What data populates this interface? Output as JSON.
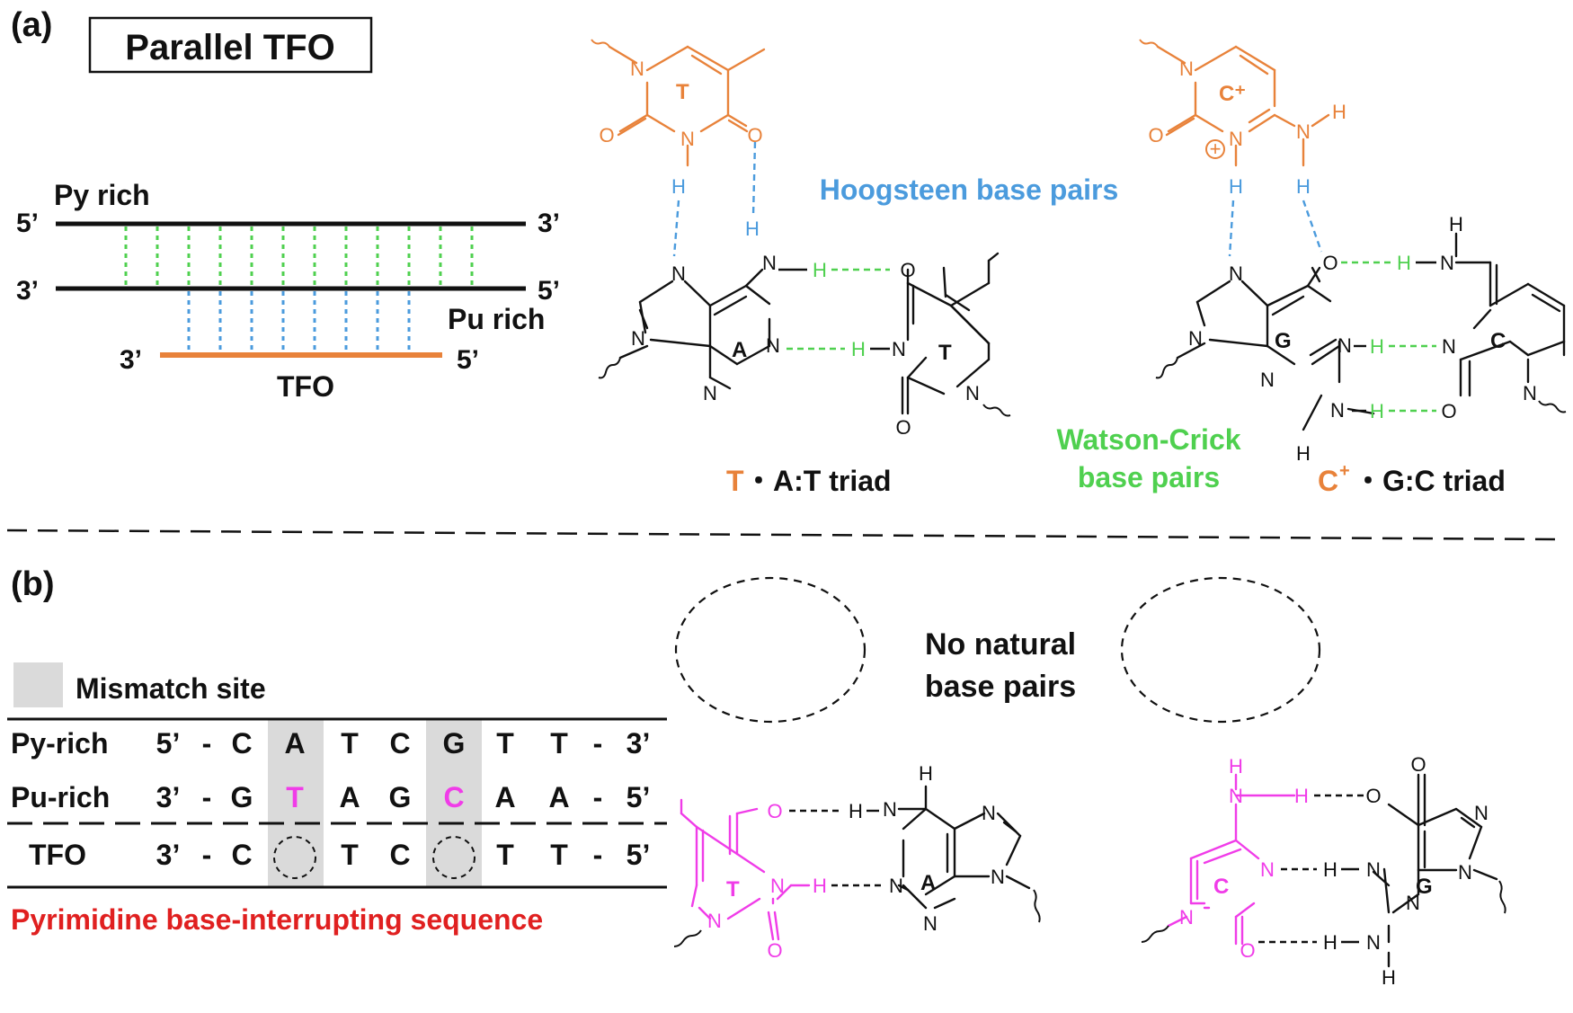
{
  "colors": {
    "black": "#111111",
    "orange": "#E8823A",
    "blue": "#4B9BDD",
    "green": "#4FD04F",
    "magenta": "#F03CE8",
    "red": "#E02020",
    "grey": "#DADADA"
  },
  "panel_a": {
    "letter": "(a)",
    "title": "Parallel TFO",
    "diagram": {
      "py_rich": "Py rich",
      "pu_rich": "Pu rich",
      "tfo": "TFO",
      "five_prime": "5’",
      "three_prime": "3’"
    },
    "hoogsteen": "Hoogsteen base pairs",
    "watson_crick_1": "Watson-Crick",
    "watson_crick_2": "base pairs",
    "triad1_prefix": "T",
    "triad1_suffix": "・A:T triad",
    "triad2_prefix": "C",
    "triad2_sup": "+",
    "triad2_suffix": "・G:C triad",
    "atoms": {
      "N": "N",
      "O": "O",
      "H": "H",
      "T": "T",
      "A": "A",
      "G": "G",
      "C": "C",
      "Cplus": "C⁺",
      "plus": "+"
    }
  },
  "panel_b": {
    "letter": "(b)",
    "legend": "Mismatch site",
    "no_natural_1": "No natural",
    "no_natural_2": "base pairs",
    "caption": "Pyrimidine base-interrupting sequence",
    "table": {
      "rows": [
        {
          "label": "Py-rich",
          "end5": "5’",
          "dash1": "-",
          "bases": [
            "C",
            "A",
            "T",
            "C",
            "G",
            "T",
            "T"
          ],
          "dash2": "-",
          "end3": "3’"
        },
        {
          "label": "Pu-rich",
          "end5": "3’",
          "dash1": "-",
          "bases": [
            "G",
            "T",
            "A",
            "G",
            "C",
            "A",
            "A"
          ],
          "dash2": "-",
          "end3": "5’"
        },
        {
          "label": "TFO",
          "end5": "3’",
          "dash1": "-",
          "bases": [
            "C",
            "",
            "T",
            "C",
            "",
            "T",
            "T"
          ],
          "dash2": "-",
          "end3": "5’"
        }
      ]
    }
  }
}
